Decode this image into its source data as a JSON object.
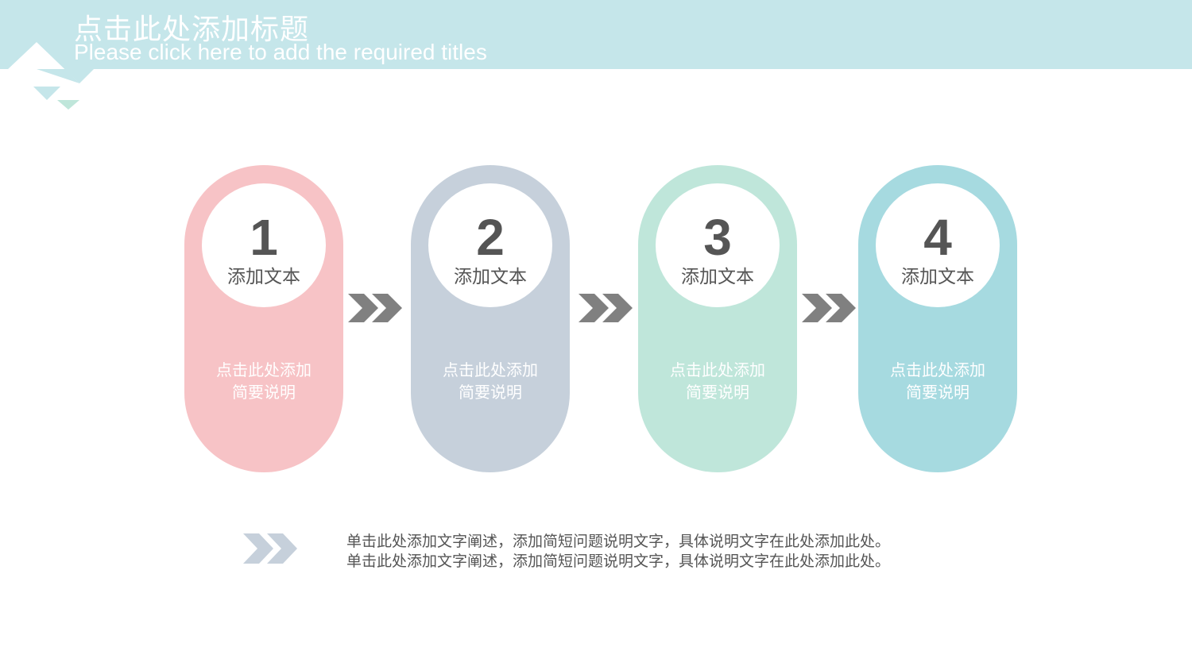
{
  "header": {
    "title_zh": "点击此处添加标题",
    "title_en": "Please click here to add the required titles",
    "band_color": "#c5e6ea"
  },
  "steps": [
    {
      "number": "1",
      "label": "添加文本",
      "desc_line1": "点击此处添加",
      "desc_line2": "简要说明",
      "color": "#f7c3c6"
    },
    {
      "number": "2",
      "label": "添加文本",
      "desc_line1": "点击此处添加",
      "desc_line2": "简要说明",
      "color": "#c6d0db"
    },
    {
      "number": "3",
      "label": "添加文本",
      "desc_line1": "点击此处添加",
      "desc_line2": "简要说明",
      "color": "#bfe6da"
    },
    {
      "number": "4",
      "label": "添加文本",
      "desc_line1": "点击此处添加",
      "desc_line2": "简要说明",
      "color": "#a6dae0"
    }
  ],
  "arrows": {
    "icon": "double-chevron-right-icon",
    "color": "#808080",
    "note_color": "#c6d0db"
  },
  "note": {
    "line1": "单击此处添加文字阐述，添加简短问题说明文字，具体说明文字在此处添加此处。",
    "line2": "单击此处添加文字阐述，添加简短问题说明文字，具体说明文字在此处添加此处。"
  }
}
